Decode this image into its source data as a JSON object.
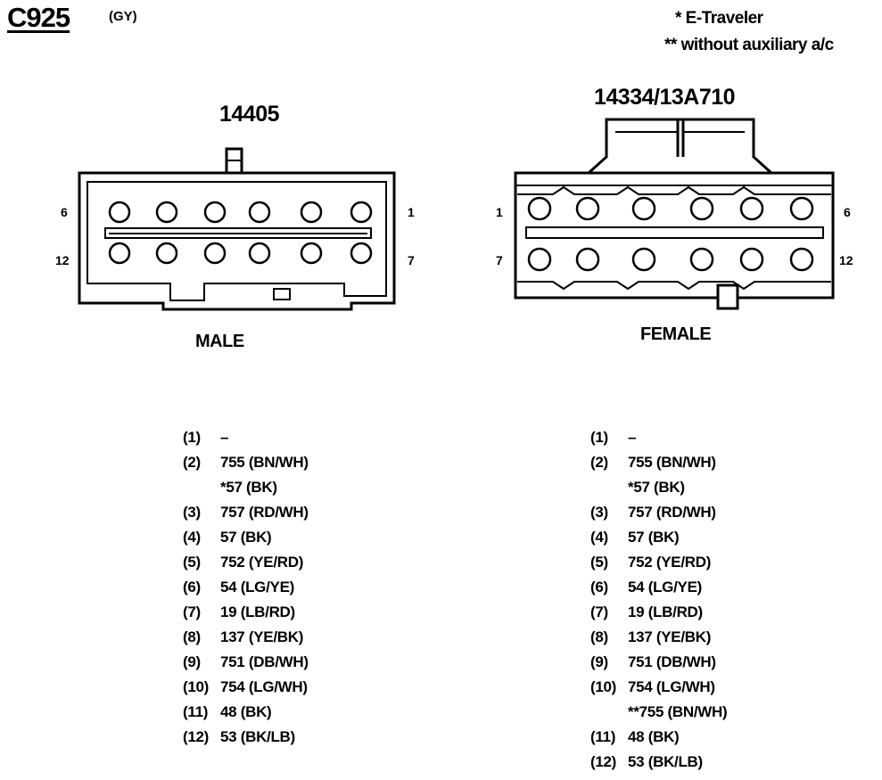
{
  "header": {
    "connector_id": "C925",
    "color_code": "(GY)"
  },
  "legend": {
    "note_1": "* E-Traveler",
    "note_2": "** without auxiliary a/c"
  },
  "male": {
    "part_number": "14405",
    "label": "MALE",
    "top_left_pin": "6",
    "top_right_pin": "1",
    "bottom_left_pin": "12",
    "bottom_right_pin": "7",
    "pins": [
      {
        "num": "(1)",
        "circuit": "–"
      },
      {
        "num": "(2)",
        "circuit": "755 (BN/WH)"
      },
      {
        "num": "",
        "circuit": "*57 (BK)"
      },
      {
        "num": "(3)",
        "circuit": "757 (RD/WH)"
      },
      {
        "num": "(4)",
        "circuit": "57 (BK)"
      },
      {
        "num": "(5)",
        "circuit": "752 (YE/RD)"
      },
      {
        "num": "(6)",
        "circuit": "54 (LG/YE)"
      },
      {
        "num": "(7)",
        "circuit": "19 (LB/RD)"
      },
      {
        "num": "(8)",
        "circuit": "137 (YE/BK)"
      },
      {
        "num": "(9)",
        "circuit": "751 (DB/WH)"
      },
      {
        "num": "(10)",
        "circuit": "754 (LG/WH)"
      },
      {
        "num": "(11)",
        "circuit": "48 (BK)"
      },
      {
        "num": "(12)",
        "circuit": "53 (BK/LB)"
      }
    ]
  },
  "female": {
    "part_number": "14334/13A710",
    "label": "FEMALE",
    "top_left_pin": "1",
    "top_right_pin": "6",
    "bottom_left_pin": "7",
    "bottom_right_pin": "12",
    "pins": [
      {
        "num": "(1)",
        "circuit": "–"
      },
      {
        "num": "(2)",
        "circuit": "755 (BN/WH)"
      },
      {
        "num": "",
        "circuit": "*57 (BK)"
      },
      {
        "num": "(3)",
        "circuit": "757 (RD/WH)"
      },
      {
        "num": "(4)",
        "circuit": "57 (BK)"
      },
      {
        "num": "(5)",
        "circuit": "752 (YE/RD)"
      },
      {
        "num": "(6)",
        "circuit": "54 (LG/YE)"
      },
      {
        "num": "(7)",
        "circuit": "19 (LB/RD)"
      },
      {
        "num": "(8)",
        "circuit": "137 (YE/BK)"
      },
      {
        "num": "(9)",
        "circuit": "751 (DB/WH)"
      },
      {
        "num": "(10)",
        "circuit": "754 (LG/WH)"
      },
      {
        "num": "",
        "circuit": "**755 (BN/WH)"
      },
      {
        "num": "(11)",
        "circuit": "48 (BK)"
      },
      {
        "num": "(12)",
        "circuit": "53 (BK/LB)"
      }
    ]
  }
}
